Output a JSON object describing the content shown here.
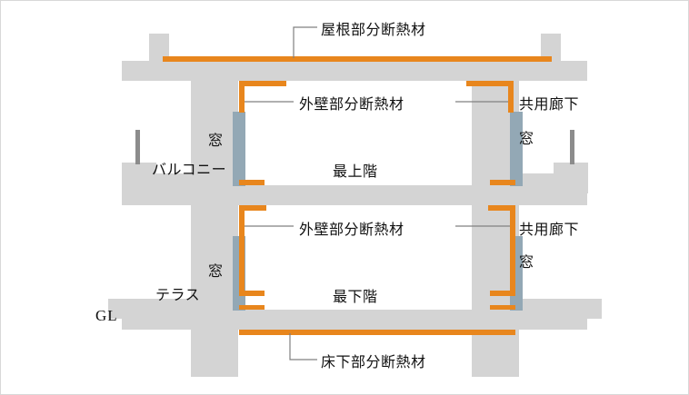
{
  "diagram": {
    "title_labels": {
      "roof_insulation": "屋根部分断熱材",
      "exterior_wall_insulation_upper": "外壁部分断熱材",
      "exterior_wall_insulation_lower": "外壁部分断熱材",
      "underfloor_insulation": "床下部分断熱材"
    },
    "space_labels": {
      "corridor_upper": "共用廊下",
      "corridor_lower": "共用廊下",
      "window_left_upper": "窓",
      "window_right_upper": "窓",
      "window_left_lower": "窓",
      "window_right_lower": "窓",
      "balcony": "バルコニー",
      "terrace": "テラス",
      "top_floor": "最上階",
      "bottom_floor": "最下階",
      "ground_level": "GL"
    },
    "colors": {
      "insulation_orange": "#e8861d",
      "concrete_gray": "#d4d4d4",
      "window_blue_gray": "#93a8b5",
      "railing_gray": "#8c8c8c",
      "leader_line": "#808080",
      "frame_border": "#d8d8d8",
      "background": "#ffffff",
      "text": "#111111"
    },
    "icon_names": {
      "roof_slab": "roof-slab-shape",
      "floor_slab": "floor-slab-shape",
      "foundation": "foundation-shape",
      "balcony_railing": "balcony-railing-icon",
      "corridor_railing": "corridor-railing-icon"
    }
  }
}
